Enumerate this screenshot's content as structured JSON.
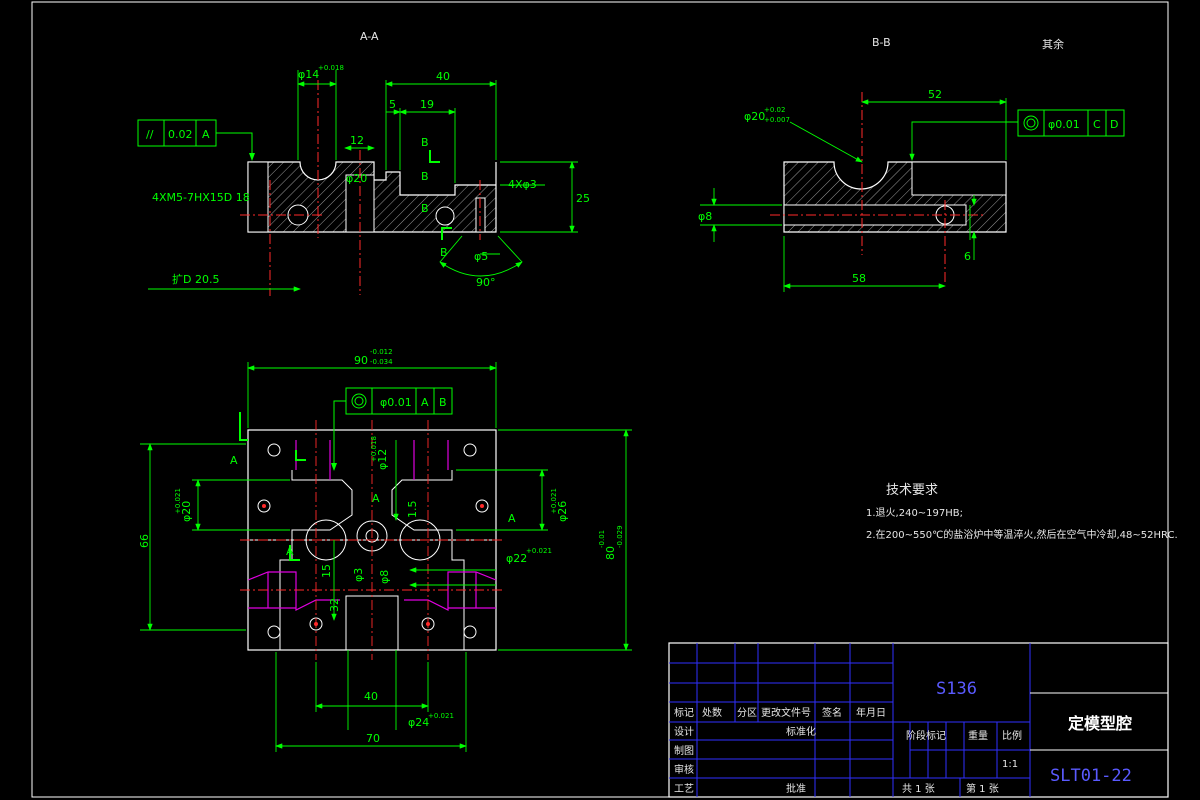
{
  "colors": {
    "background": "#000000",
    "outline": "#ffffff",
    "dimension": "#00ff00",
    "centerline": "#ff2a2a",
    "hidden": "#e000e0",
    "title_grid": "#2f2fff",
    "part_text": "#5a5aff"
  },
  "views": {
    "section_aa": "A-A",
    "section_bb": "B-B",
    "roughness_note": "其余"
  },
  "section_aa": {
    "d_hole_top": "φ14",
    "tol_hole_top": "+0.018",
    "len_40": "40",
    "len_5": "5",
    "len_19": "19",
    "len_12": "12",
    "d_20": "φ20",
    "thread_note": "4XM5-7HX15D 18",
    "hole_4x3": "4Xφ3",
    "height_25": "25",
    "d_5": "φ5",
    "angle_90": "90°",
    "depth_note": "扩D 20.5",
    "cut_mark": "B",
    "fcf_sym": "//",
    "fcf_val": "0.02",
    "fcf_ref": "A"
  },
  "section_bb": {
    "len_52": "52",
    "d_hole": "φ20",
    "tol_upper": "+0.02",
    "tol_lower": "+0.007",
    "fcf_val": "φ0.01",
    "fcf_ref1": "C",
    "fcf_ref2": "D",
    "d_8": "φ8",
    "len_58": "58",
    "len_6": "6"
  },
  "plan_view": {
    "width_90": "90",
    "width_tol_upper": "-0.012",
    "width_tol_lower": "-0.034",
    "fcf_val": "φ0.01",
    "fcf_ref1": "A",
    "fcf_ref2": "B",
    "d_12": "φ12",
    "d_12_tol": "+0.018",
    "d_20": "φ20",
    "d_20_tol": "+0.021",
    "d_26": "φ26",
    "d_26_tol": "+0.021",
    "d_22": "φ22",
    "d_22_tol": "+0.021",
    "height_66": "66",
    "height_80": "80",
    "height_80_tol_upper": "-0.01",
    "height_80_tol_lower": "-0.029",
    "len_15a": "1.5",
    "len_15b": "15",
    "len_32": "32",
    "d_3": "φ3",
    "d_8": "φ8",
    "len_40": "40",
    "d_24": "φ24",
    "d_24_tol": "+0.021",
    "len_70": "70",
    "cut_mark": "A"
  },
  "tech_requirements": {
    "title": "技术要求",
    "item1": "1.退火,240~197HB;",
    "item2": "2.在200~550℃的盐浴炉中等温淬火,然后在空气中冷却,48~52HRC."
  },
  "title_block": {
    "material": "S136",
    "part_name": "定模型腔",
    "drawing_no": "SLT01-22",
    "scale": "1:1",
    "col_mark": "标记",
    "col_count": "处数",
    "col_zone": "分区",
    "col_doc": "更改文件号",
    "col_sign": "签名",
    "col_date": "年月日",
    "row_design": "设计",
    "row_standard": "标准化",
    "row_draft": "制图",
    "row_review": "审核",
    "row_process": "工艺",
    "row_approve": "批准",
    "stage_mark": "阶段标记",
    "weight": "重量",
    "scale_label": "比例",
    "sheets_total": "共 1 张",
    "sheet_no": "第 1 张"
  }
}
